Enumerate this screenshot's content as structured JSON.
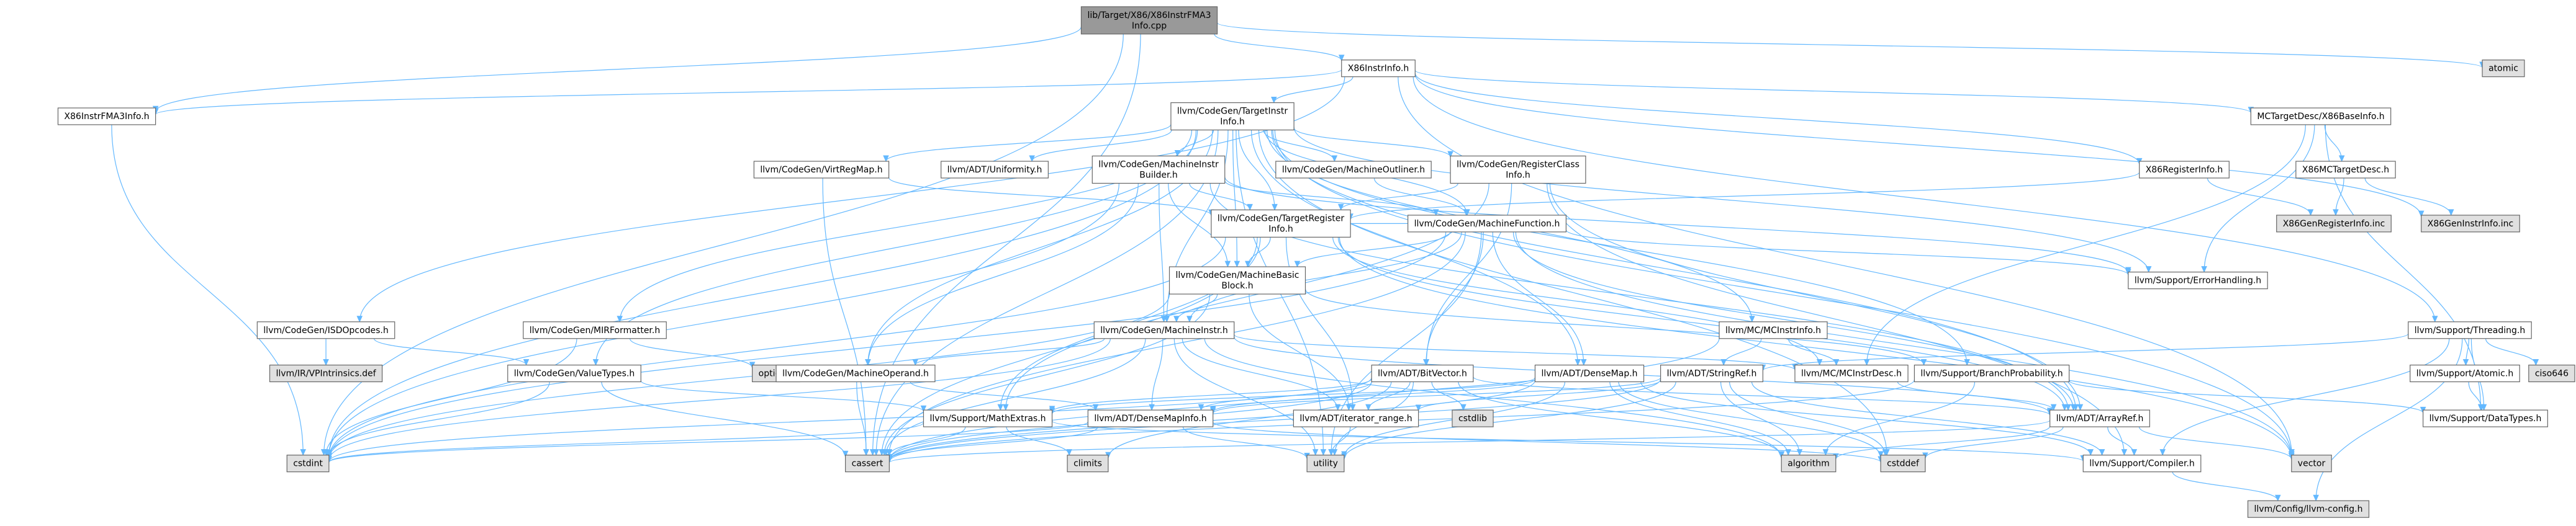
{
  "colors": {
    "edge": "#63b8ff",
    "box_stroke_red": "#ff0000",
    "box_stroke_gray": "#666666",
    "fill_root": "#999999",
    "fill_white": "#ffffff",
    "fill_gray": "#e0e0e0"
  },
  "nodes": [
    {
      "id": "root",
      "label": [
        "lib/Target/X86/X86InstrFMA3",
        "Info.cpp"
      ],
      "style": "root"
    },
    {
      "id": "x86instrinfo",
      "label": [
        "X86InstrInfo.h"
      ],
      "style": "black"
    },
    {
      "id": "atomic",
      "label": [
        "atomic"
      ],
      "style": "gray"
    },
    {
      "id": "fma3info",
      "label": [
        "X86InstrFMA3Info.h"
      ],
      "style": "black"
    },
    {
      "id": "targetinstrinfo",
      "label": [
        "llvm/CodeGen/TargetInstr",
        "Info.h"
      ],
      "style": "black"
    },
    {
      "id": "mctargetdesc_base",
      "label": [
        "MCTargetDesc/X86BaseInfo.h"
      ],
      "style": "black"
    },
    {
      "id": "vregmap",
      "label": [
        "llvm/CodeGen/VirtRegMap.h"
      ],
      "style": "red"
    },
    {
      "id": "uniformity",
      "label": [
        "llvm/ADT/Uniformity.h"
      ],
      "style": "black"
    },
    {
      "id": "mibuilder",
      "label": [
        "llvm/CodeGen/MachineInstr",
        "Builder.h"
      ],
      "style": "red"
    },
    {
      "id": "outliner",
      "label": [
        "llvm/CodeGen/MachineOutliner.h"
      ],
      "style": "red"
    },
    {
      "id": "regclassinfo",
      "label": [
        "llvm/CodeGen/RegisterClass",
        "Info.h"
      ],
      "style": "red"
    },
    {
      "id": "x86mctargetdesc",
      "label": [
        "X86MCTargetDesc.h"
      ],
      "style": "red"
    },
    {
      "id": "x86reginfo",
      "label": [
        "X86RegisterInfo.h"
      ],
      "style": "black"
    },
    {
      "id": "x86genreginfo",
      "label": [
        "X86GenRegisterInfo.inc"
      ],
      "style": "gray"
    },
    {
      "id": "x86geninstrinfo",
      "label": [
        "X86GenInstrInfo.inc"
      ],
      "style": "gray"
    },
    {
      "id": "targetreginfo",
      "label": [
        "llvm/CodeGen/TargetRegister",
        "Info.h"
      ],
      "style": "red"
    },
    {
      "id": "mf",
      "label": [
        "llvm/CodeGen/MachineFunction.h"
      ],
      "style": "red"
    },
    {
      "id": "errorhandling",
      "label": [
        "llvm/Support/ErrorHandling.h"
      ],
      "style": "black"
    },
    {
      "id": "mbb",
      "label": [
        "llvm/CodeGen/MachineBasic",
        "Block.h"
      ],
      "style": "red"
    },
    {
      "id": "isdopcodes",
      "label": [
        "llvm/CodeGen/ISDOpcodes.h"
      ],
      "style": "black"
    },
    {
      "id": "mirformatter",
      "label": [
        "llvm/CodeGen/MIRFormatter.h"
      ],
      "style": "red"
    },
    {
      "id": "machineinstr",
      "label": [
        "llvm/CodeGen/MachineInstr.h"
      ],
      "style": "red"
    },
    {
      "id": "mcinstrinfo",
      "label": [
        "llvm/MC/MCInstrInfo.h"
      ],
      "style": "black"
    },
    {
      "id": "threading",
      "label": [
        "llvm/Support/Threading.h"
      ],
      "style": "black"
    },
    {
      "id": "vpintrinsics",
      "label": [
        "llvm/IR/VPIntrinsics.def"
      ],
      "style": "gray"
    },
    {
      "id": "valuetypes",
      "label": [
        "llvm/CodeGen/ValueTypes.h"
      ],
      "style": "red"
    },
    {
      "id": "optional",
      "label": [
        "optional"
      ],
      "style": "gray"
    },
    {
      "id": "machineoperand",
      "label": [
        "llvm/CodeGen/MachineOperand.h"
      ],
      "style": "red"
    },
    {
      "id": "bitvector",
      "label": [
        "llvm/ADT/BitVector.h"
      ],
      "style": "red"
    },
    {
      "id": "densemap",
      "label": [
        "llvm/ADT/DenseMap.h"
      ],
      "style": "red"
    },
    {
      "id": "stringref",
      "label": [
        "llvm/ADT/StringRef.h"
      ],
      "style": "red"
    },
    {
      "id": "mcinstrdesc",
      "label": [
        "llvm/MC/MCInstrDesc.h"
      ],
      "style": "red"
    },
    {
      "id": "branchprob",
      "label": [
        "llvm/Support/BranchProbability.h"
      ],
      "style": "red"
    },
    {
      "id": "atomic_h",
      "label": [
        "llvm/Support/Atomic.h"
      ],
      "style": "black"
    },
    {
      "id": "c_std_c11",
      "label": [
        "ciso646"
      ],
      "style": "gray"
    },
    {
      "id": "mathextras",
      "label": [
        "llvm/Support/MathExtras.h"
      ],
      "style": "red"
    },
    {
      "id": "densemapinfo",
      "label": [
        "llvm/ADT/DenseMapInfo.h"
      ],
      "style": "red"
    },
    {
      "id": "iterrange",
      "label": [
        "llvm/ADT/iterator_range.h"
      ],
      "style": "black"
    },
    {
      "id": "cstdlib",
      "label": [
        "cstdlib"
      ],
      "style": "gray"
    },
    {
      "id": "arrayref",
      "label": [
        "llvm/ADT/ArrayRef.h"
      ],
      "style": "red"
    },
    {
      "id": "datatypes",
      "label": [
        "llvm/Support/DataTypes.h"
      ],
      "style": "red"
    },
    {
      "id": "cstdint",
      "label": [
        "cstdint"
      ],
      "style": "gray"
    },
    {
      "id": "cassert",
      "label": [
        "cassert"
      ],
      "style": "gray"
    },
    {
      "id": "climits",
      "label": [
        "climits"
      ],
      "style": "gray"
    },
    {
      "id": "utility",
      "label": [
        "utility"
      ],
      "style": "gray"
    },
    {
      "id": "algorithm",
      "label": [
        "algorithm"
      ],
      "style": "gray"
    },
    {
      "id": "cstddef",
      "label": [
        "cstddef"
      ],
      "style": "gray"
    },
    {
      "id": "compiler",
      "label": [
        "llvm/Support/Compiler.h"
      ],
      "style": "red"
    },
    {
      "id": "vector",
      "label": [
        "vector"
      ],
      "style": "gray"
    },
    {
      "id": "llvmconfig",
      "label": [
        "llvm/Config/llvm-config.h"
      ],
      "style": "gray"
    }
  ],
  "edges": [
    [
      "root",
      "x86instrinfo"
    ],
    [
      "root",
      "atomic"
    ],
    [
      "root",
      "fma3info"
    ],
    [
      "root",
      "cstdint"
    ],
    [
      "root",
      "cassert"
    ],
    [
      "x86instrinfo",
      "fma3info"
    ],
    [
      "x86instrinfo",
      "targetinstrinfo"
    ],
    [
      "x86instrinfo",
      "mctargetdesc_base"
    ],
    [
      "x86instrinfo",
      "x86reginfo"
    ],
    [
      "x86instrinfo",
      "x86geninstrinfo"
    ],
    [
      "x86instrinfo",
      "isdopcodes"
    ],
    [
      "x86instrinfo",
      "threading"
    ],
    [
      "x86instrinfo",
      "vector"
    ],
    [
      "fma3info",
      "cstdint"
    ],
    [
      "targetinstrinfo",
      "vregmap"
    ],
    [
      "targetinstrinfo",
      "uniformity"
    ],
    [
      "targetinstrinfo",
      "mibuilder"
    ],
    [
      "targetinstrinfo",
      "outliner"
    ],
    [
      "targetinstrinfo",
      "regclassinfo"
    ],
    [
      "targetinstrinfo",
      "mf"
    ],
    [
      "targetinstrinfo",
      "mbb"
    ],
    [
      "targetinstrinfo",
      "mirformatter"
    ],
    [
      "targetinstrinfo",
      "machineinstr"
    ],
    [
      "targetinstrinfo",
      "mcinstrinfo"
    ],
    [
      "targetinstrinfo",
      "machineoperand"
    ],
    [
      "targetinstrinfo",
      "densemap"
    ],
    [
      "targetinstrinfo",
      "branchprob"
    ],
    [
      "targetinstrinfo",
      "arrayref"
    ],
    [
      "targetinstrinfo",
      "errorhandling"
    ],
    [
      "targetinstrinfo",
      "cstdint"
    ],
    [
      "targetinstrinfo",
      "cassert"
    ],
    [
      "targetinstrinfo",
      "utility"
    ],
    [
      "targetinstrinfo",
      "cstddef"
    ],
    [
      "targetinstrinfo",
      "vector"
    ],
    [
      "targetinstrinfo",
      "valuetypes"
    ],
    [
      "targetinstrinfo",
      "targetreginfo"
    ],
    [
      "mctargetdesc_base",
      "x86mctargetdesc"
    ],
    [
      "mctargetdesc_base",
      "mcinstrdesc"
    ],
    [
      "mctargetdesc_base",
      "errorhandling"
    ],
    [
      "mctargetdesc_base",
      "datatypes"
    ],
    [
      "x86mctargetdesc",
      "x86genreginfo"
    ],
    [
      "x86mctargetdesc",
      "x86geninstrinfo"
    ],
    [
      "x86reginfo",
      "targetreginfo"
    ],
    [
      "x86reginfo",
      "x86genreginfo"
    ],
    [
      "vregmap",
      "targetreginfo"
    ],
    [
      "vregmap",
      "cassert"
    ],
    [
      "mibuilder",
      "mf"
    ],
    [
      "mibuilder",
      "mbb"
    ],
    [
      "mibuilder",
      "machineinstr"
    ],
    [
      "mibuilder",
      "machineoperand"
    ],
    [
      "mibuilder",
      "targetreginfo"
    ],
    [
      "mibuilder",
      "arrayref"
    ],
    [
      "mibuilder",
      "cstdint"
    ],
    [
      "mibuilder",
      "errorhandling"
    ],
    [
      "outliner",
      "mf"
    ],
    [
      "regclassinfo",
      "bitvector"
    ],
    [
      "regclassinfo",
      "arrayref"
    ],
    [
      "regclassinfo",
      "targetreginfo"
    ],
    [
      "regclassinfo",
      "mathextras"
    ],
    [
      "regclassinfo",
      "compiler"
    ],
    [
      "targetreginfo",
      "mf"
    ],
    [
      "targetreginfo",
      "mbb"
    ],
    [
      "targetreginfo",
      "arrayref"
    ],
    [
      "targetreginfo",
      "iterrange"
    ],
    [
      "targetreginfo",
      "mathextras"
    ],
    [
      "targetreginfo",
      "cassert"
    ],
    [
      "targetreginfo",
      "cstdint"
    ],
    [
      "targetreginfo",
      "vector"
    ],
    [
      "targetreginfo",
      "mcinstrdesc"
    ],
    [
      "mf",
      "mbb"
    ],
    [
      "mf",
      "machineinstr"
    ],
    [
      "mf",
      "bitvector"
    ],
    [
      "mf",
      "densemap"
    ],
    [
      "mf",
      "arrayref"
    ],
    [
      "mf",
      "errorhandling"
    ],
    [
      "mf",
      "cassert"
    ],
    [
      "mf",
      "cstdint"
    ],
    [
      "mf",
      "utility"
    ],
    [
      "mf",
      "vector"
    ],
    [
      "mbb",
      "machineinstr"
    ],
    [
      "mbb",
      "branchprob"
    ],
    [
      "mbb",
      "iterrange"
    ],
    [
      "mbb",
      "cassert"
    ],
    [
      "mbb",
      "cstdint"
    ],
    [
      "isdopcodes",
      "vpintrinsics"
    ],
    [
      "isdopcodes",
      "valuetypes"
    ],
    [
      "mirformatter",
      "optional"
    ],
    [
      "mirformatter",
      "cstdint"
    ],
    [
      "machineinstr",
      "machineoperand"
    ],
    [
      "machineinstr",
      "mcinstrdesc"
    ],
    [
      "machineinstr",
      "densemapinfo"
    ],
    [
      "machineinstr",
      "iterrange"
    ],
    [
      "machineinstr",
      "arrayref"
    ],
    [
      "machineinstr",
      "cassert"
    ],
    [
      "machineinstr",
      "cstdint"
    ],
    [
      "machineinstr",
      "utility"
    ],
    [
      "machineinstr",
      "algorithm"
    ],
    [
      "mcinstrinfo",
      "mcinstrdesc"
    ],
    [
      "mcinstrinfo",
      "stringref"
    ],
    [
      "mcinstrinfo",
      "cassert"
    ],
    [
      "threading",
      "datatypes"
    ],
    [
      "threading",
      "atomic_h"
    ],
    [
      "threading",
      "c_std_c11"
    ],
    [
      "threading",
      "compiler"
    ],
    [
      "threading",
      "llvmconfig"
    ],
    [
      "threading",
      "stringref"
    ],
    [
      "valuetypes",
      "mathextras"
    ],
    [
      "valuetypes",
      "cassert"
    ],
    [
      "valuetypes",
      "cstdint"
    ],
    [
      "machineoperand",
      "densemapinfo"
    ],
    [
      "machineoperand",
      "cassert"
    ],
    [
      "bitvector",
      "densemapinfo"
    ],
    [
      "bitvector",
      "iterrange"
    ],
    [
      "bitvector",
      "mathextras"
    ],
    [
      "bitvector",
      "cstdlib"
    ],
    [
      "bitvector",
      "algorithm"
    ],
    [
      "bitvector",
      "cassert"
    ],
    [
      "bitvector",
      "climits"
    ],
    [
      "bitvector",
      "cstdint"
    ],
    [
      "bitvector",
      "utility"
    ],
    [
      "bitvector",
      "arrayref"
    ],
    [
      "densemap",
      "densemapinfo"
    ],
    [
      "densemap",
      "mathextras"
    ],
    [
      "densemap",
      "compiler"
    ],
    [
      "densemap",
      "algorithm"
    ],
    [
      "densemap",
      "cassert"
    ],
    [
      "densemap",
      "cstddef"
    ],
    [
      "densemap",
      "utility"
    ],
    [
      "stringref",
      "densemapinfo"
    ],
    [
      "stringref",
      "iterrange"
    ],
    [
      "stringref",
      "compiler"
    ],
    [
      "stringref",
      "algorithm"
    ],
    [
      "stringref",
      "cassert"
    ],
    [
      "stringref",
      "cstddef"
    ],
    [
      "stringref",
      "utility"
    ],
    [
      "mcinstrdesc",
      "arrayref"
    ],
    [
      "branchprob",
      "datatypes"
    ],
    [
      "branchprob",
      "algorithm"
    ],
    [
      "branchprob",
      "cassert"
    ],
    [
      "atomic_h",
      "datatypes"
    ],
    [
      "mathextras",
      "compiler"
    ],
    [
      "mathextras",
      "cassert"
    ],
    [
      "mathextras",
      "climits"
    ],
    [
      "mathextras",
      "cstdint"
    ],
    [
      "densemapinfo",
      "cassert"
    ],
    [
      "densemapinfo",
      "cstddef"
    ],
    [
      "densemapinfo",
      "cstdint"
    ],
    [
      "densemapinfo",
      "utility"
    ],
    [
      "iterrange",
      "utility"
    ],
    [
      "arrayref",
      "compiler"
    ],
    [
      "arrayref",
      "algorithm"
    ],
    [
      "arrayref",
      "cassert"
    ],
    [
      "arrayref",
      "cstddef"
    ],
    [
      "arrayref",
      "vector"
    ],
    [
      "compiler",
      "llvmconfig"
    ]
  ]
}
